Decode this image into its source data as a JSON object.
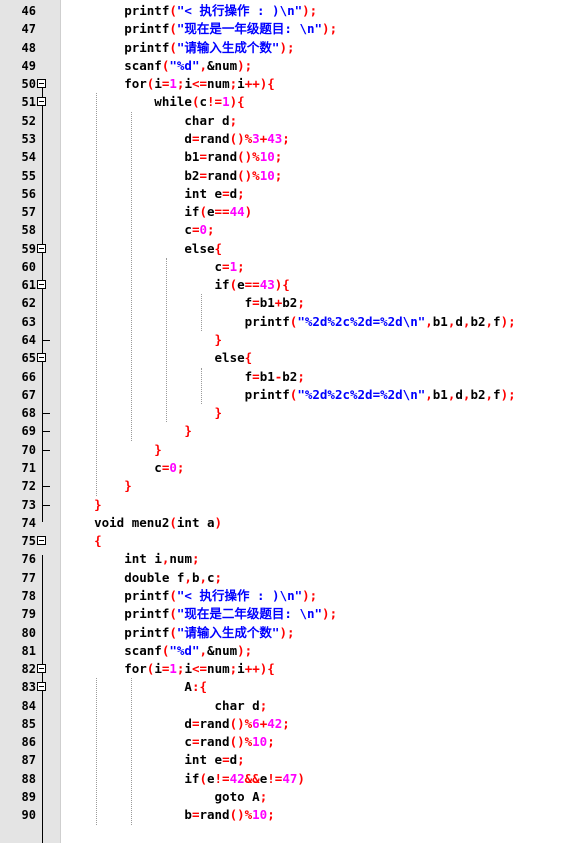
{
  "lines": [
    {
      "n": "46",
      "fold": "",
      "segs": [
        [
          "id",
          "        printf"
        ],
        [
          "pun",
          "("
        ],
        [
          "str",
          "\"< 执行操作 : )\\n\""
        ],
        [
          "pun",
          ");"
        ]
      ]
    },
    {
      "n": "47",
      "fold": "",
      "segs": [
        [
          "id",
          "        printf"
        ],
        [
          "pun",
          "("
        ],
        [
          "str",
          "\"现在是一年级题目: \\n\""
        ],
        [
          "pun",
          ");"
        ]
      ]
    },
    {
      "n": "48",
      "fold": "",
      "segs": [
        [
          "id",
          "        printf"
        ],
        [
          "pun",
          "("
        ],
        [
          "str",
          "\"请输入生成个数\""
        ],
        [
          "pun",
          ");"
        ]
      ]
    },
    {
      "n": "49",
      "fold": "",
      "segs": [
        [
          "id",
          "        scanf"
        ],
        [
          "pun",
          "("
        ],
        [
          "str",
          "\"%d\""
        ],
        [
          "pun",
          ","
        ],
        [
          "id",
          "&num"
        ],
        [
          "pun",
          ");"
        ]
      ]
    },
    {
      "n": "50",
      "fold": "open",
      "segs": [
        [
          "kw",
          "        for"
        ],
        [
          "pun",
          "("
        ],
        [
          "id",
          "i"
        ],
        [
          "pun",
          "="
        ],
        [
          "num",
          "1"
        ],
        [
          "pun",
          ";"
        ],
        [
          "id",
          "i"
        ],
        [
          "pun",
          "<="
        ],
        [
          "id",
          "num"
        ],
        [
          "pun",
          ";"
        ],
        [
          "id",
          "i"
        ],
        [
          "pun",
          "++){"
        ]
      ]
    },
    {
      "n": "51",
      "fold": "open",
      "segs": [
        [
          "kw",
          "            while"
        ],
        [
          "pun",
          "("
        ],
        [
          "id",
          "c"
        ],
        [
          "pun",
          "!="
        ],
        [
          "num",
          "1"
        ],
        [
          "pun",
          "){"
        ]
      ]
    },
    {
      "n": "52",
      "fold": "",
      "segs": [
        [
          "kw",
          "                char"
        ],
        [
          "id",
          " d"
        ],
        [
          "pun",
          ";"
        ]
      ]
    },
    {
      "n": "53",
      "fold": "",
      "segs": [
        [
          "id",
          "                d"
        ],
        [
          "pun",
          "="
        ],
        [
          "id",
          "rand"
        ],
        [
          "pun",
          "()%"
        ],
        [
          "num",
          "3"
        ],
        [
          "pun",
          "+"
        ],
        [
          "num",
          "43"
        ],
        [
          "pun",
          ";"
        ]
      ]
    },
    {
      "n": "54",
      "fold": "",
      "segs": [
        [
          "id",
          "                b1"
        ],
        [
          "pun",
          "="
        ],
        [
          "id",
          "rand"
        ],
        [
          "pun",
          "()%"
        ],
        [
          "num",
          "10"
        ],
        [
          "pun",
          ";"
        ]
      ]
    },
    {
      "n": "55",
      "fold": "",
      "segs": [
        [
          "id",
          "                b2"
        ],
        [
          "pun",
          "="
        ],
        [
          "id",
          "rand"
        ],
        [
          "pun",
          "()%"
        ],
        [
          "num",
          "10"
        ],
        [
          "pun",
          ";"
        ]
      ]
    },
    {
      "n": "56",
      "fold": "",
      "segs": [
        [
          "kw",
          "                int"
        ],
        [
          "id",
          " e"
        ],
        [
          "pun",
          "="
        ],
        [
          "id",
          "d"
        ],
        [
          "pun",
          ";"
        ]
      ]
    },
    {
      "n": "57",
      "fold": "",
      "segs": [
        [
          "kw",
          "                if"
        ],
        [
          "pun",
          "("
        ],
        [
          "id",
          "e"
        ],
        [
          "pun",
          "=="
        ],
        [
          "num",
          "44"
        ],
        [
          "pun",
          ")"
        ]
      ]
    },
    {
      "n": "58",
      "fold": "",
      "segs": [
        [
          "id",
          "                c"
        ],
        [
          "pun",
          "="
        ],
        [
          "num",
          "0"
        ],
        [
          "pun",
          ";"
        ]
      ]
    },
    {
      "n": "59",
      "fold": "open",
      "segs": [
        [
          "kw",
          "                else"
        ],
        [
          "pun",
          "{"
        ]
      ]
    },
    {
      "n": "60",
      "fold": "",
      "segs": [
        [
          "id",
          "                    c"
        ],
        [
          "pun",
          "="
        ],
        [
          "num",
          "1"
        ],
        [
          "pun",
          ";"
        ]
      ]
    },
    {
      "n": "61",
      "fold": "open",
      "segs": [
        [
          "kw",
          "                    if"
        ],
        [
          "pun",
          "("
        ],
        [
          "id",
          "e"
        ],
        [
          "pun",
          "=="
        ],
        [
          "num",
          "43"
        ],
        [
          "pun",
          "){"
        ]
      ]
    },
    {
      "n": "62",
      "fold": "",
      "segs": [
        [
          "id",
          "                        f"
        ],
        [
          "pun",
          "="
        ],
        [
          "id",
          "b1"
        ],
        [
          "pun",
          "+"
        ],
        [
          "id",
          "b2"
        ],
        [
          "pun",
          ";"
        ]
      ]
    },
    {
      "n": "63",
      "fold": "",
      "segs": [
        [
          "id",
          "                        printf"
        ],
        [
          "pun",
          "("
        ],
        [
          "str",
          "\"%2d%2c%2d=%2d\\n\""
        ],
        [
          "pun",
          ","
        ],
        [
          "id",
          "b1"
        ],
        [
          "pun",
          ","
        ],
        [
          "id",
          "d"
        ],
        [
          "pun",
          ","
        ],
        [
          "id",
          "b2"
        ],
        [
          "pun",
          ","
        ],
        [
          "id",
          "f"
        ],
        [
          "pun",
          ");"
        ]
      ]
    },
    {
      "n": "64",
      "fold": "end",
      "segs": [
        [
          "pun",
          "                    }"
        ]
      ]
    },
    {
      "n": "65",
      "fold": "open",
      "segs": [
        [
          "kw",
          "                    else"
        ],
        [
          "pun",
          "{"
        ]
      ]
    },
    {
      "n": "66",
      "fold": "",
      "segs": [
        [
          "id",
          "                        f"
        ],
        [
          "pun",
          "="
        ],
        [
          "id",
          "b1"
        ],
        [
          "pun",
          "-"
        ],
        [
          "id",
          "b2"
        ],
        [
          "pun",
          ";"
        ]
      ]
    },
    {
      "n": "67",
      "fold": "",
      "segs": [
        [
          "id",
          "                        printf"
        ],
        [
          "pun",
          "("
        ],
        [
          "str",
          "\"%2d%2c%2d=%2d\\n\""
        ],
        [
          "pun",
          ","
        ],
        [
          "id",
          "b1"
        ],
        [
          "pun",
          ","
        ],
        [
          "id",
          "d"
        ],
        [
          "pun",
          ","
        ],
        [
          "id",
          "b2"
        ],
        [
          "pun",
          ","
        ],
        [
          "id",
          "f"
        ],
        [
          "pun",
          ");"
        ]
      ]
    },
    {
      "n": "68",
      "fold": "end",
      "segs": [
        [
          "pun",
          "                    }"
        ]
      ]
    },
    {
      "n": "69",
      "fold": "end",
      "segs": [
        [
          "pun",
          "                }"
        ]
      ]
    },
    {
      "n": "70",
      "fold": "end",
      "segs": [
        [
          "pun",
          "            }"
        ]
      ]
    },
    {
      "n": "71",
      "fold": "",
      "segs": [
        [
          "id",
          "            c"
        ],
        [
          "pun",
          "="
        ],
        [
          "num",
          "0"
        ],
        [
          "pun",
          ";"
        ]
      ]
    },
    {
      "n": "72",
      "fold": "end",
      "segs": [
        [
          "pun",
          "        }"
        ]
      ]
    },
    {
      "n": "73",
      "fold": "last",
      "segs": [
        [
          "pun",
          "    }"
        ]
      ]
    },
    {
      "n": "74",
      "fold": "",
      "segs": [
        [
          "kw",
          "    void"
        ],
        [
          "id",
          " menu2"
        ],
        [
          "pun",
          "("
        ],
        [
          "kw",
          "int"
        ],
        [
          "id",
          " a"
        ],
        [
          "pun",
          ")"
        ]
      ]
    },
    {
      "n": "75",
      "fold": "open",
      "segs": [
        [
          "pun",
          "    {"
        ]
      ]
    },
    {
      "n": "76",
      "fold": "",
      "segs": [
        [
          "kw",
          "        int"
        ],
        [
          "id",
          " i"
        ],
        [
          "pun",
          ","
        ],
        [
          "id",
          "num"
        ],
        [
          "pun",
          ";"
        ]
      ]
    },
    {
      "n": "77",
      "fold": "",
      "segs": [
        [
          "kw",
          "        double"
        ],
        [
          "id",
          " f"
        ],
        [
          "pun",
          ","
        ],
        [
          "id",
          "b"
        ],
        [
          "pun",
          ","
        ],
        [
          "id",
          "c"
        ],
        [
          "pun",
          ";"
        ]
      ]
    },
    {
      "n": "78",
      "fold": "",
      "segs": [
        [
          "id",
          "        printf"
        ],
        [
          "pun",
          "("
        ],
        [
          "str",
          "\"< 执行操作 : )\\n\""
        ],
        [
          "pun",
          ");"
        ]
      ]
    },
    {
      "n": "79",
      "fold": "",
      "segs": [
        [
          "id",
          "        printf"
        ],
        [
          "pun",
          "("
        ],
        [
          "str",
          "\"现在是二年级题目: \\n\""
        ],
        [
          "pun",
          ");"
        ]
      ]
    },
    {
      "n": "80",
      "fold": "",
      "segs": [
        [
          "id",
          "        printf"
        ],
        [
          "pun",
          "("
        ],
        [
          "str",
          "\"请输入生成个数\""
        ],
        [
          "pun",
          ");"
        ]
      ]
    },
    {
      "n": "81",
      "fold": "",
      "segs": [
        [
          "id",
          "        scanf"
        ],
        [
          "pun",
          "("
        ],
        [
          "str",
          "\"%d\""
        ],
        [
          "pun",
          ","
        ],
        [
          "id",
          "&num"
        ],
        [
          "pun",
          ");"
        ]
      ]
    },
    {
      "n": "82",
      "fold": "open",
      "segs": [
        [
          "kw",
          "        for"
        ],
        [
          "pun",
          "("
        ],
        [
          "id",
          "i"
        ],
        [
          "pun",
          "="
        ],
        [
          "num",
          "1"
        ],
        [
          "pun",
          ";"
        ],
        [
          "id",
          "i"
        ],
        [
          "pun",
          "<="
        ],
        [
          "id",
          "num"
        ],
        [
          "pun",
          ";"
        ],
        [
          "id",
          "i"
        ],
        [
          "pun",
          "++){"
        ]
      ]
    },
    {
      "n": "83",
      "fold": "open",
      "segs": [
        [
          "id",
          "                A"
        ],
        [
          "pun",
          ":{"
        ]
      ]
    },
    {
      "n": "84",
      "fold": "",
      "segs": [
        [
          "kw",
          "                    char"
        ],
        [
          "id",
          " d"
        ],
        [
          "pun",
          ";"
        ]
      ]
    },
    {
      "n": "85",
      "fold": "",
      "segs": [
        [
          "id",
          "                d"
        ],
        [
          "pun",
          "="
        ],
        [
          "id",
          "rand"
        ],
        [
          "pun",
          "()%"
        ],
        [
          "num",
          "6"
        ],
        [
          "pun",
          "+"
        ],
        [
          "num",
          "42"
        ],
        [
          "pun",
          ";"
        ]
      ]
    },
    {
      "n": "86",
      "fold": "",
      "segs": [
        [
          "id",
          "                c"
        ],
        [
          "pun",
          "="
        ],
        [
          "id",
          "rand"
        ],
        [
          "pun",
          "()%"
        ],
        [
          "num",
          "10"
        ],
        [
          "pun",
          ";"
        ]
      ]
    },
    {
      "n": "87",
      "fold": "",
      "segs": [
        [
          "kw",
          "                int"
        ],
        [
          "id",
          " e"
        ],
        [
          "pun",
          "="
        ],
        [
          "id",
          "d"
        ],
        [
          "pun",
          ";"
        ]
      ]
    },
    {
      "n": "88",
      "fold": "",
      "segs": [
        [
          "kw",
          "                if"
        ],
        [
          "pun",
          "("
        ],
        [
          "id",
          "e"
        ],
        [
          "pun",
          "!="
        ],
        [
          "num",
          "42"
        ],
        [
          "pun",
          "&&"
        ],
        [
          "id",
          "e"
        ],
        [
          "pun",
          "!="
        ],
        [
          "num",
          "47"
        ],
        [
          "pun",
          ")"
        ]
      ]
    },
    {
      "n": "89",
      "fold": "",
      "segs": [
        [
          "kw",
          "                    goto"
        ],
        [
          "id",
          " A"
        ],
        [
          "pun",
          ";"
        ]
      ]
    },
    {
      "n": "90",
      "fold": "",
      "segs": [
        [
          "id",
          "                b"
        ],
        [
          "pun",
          "="
        ],
        [
          "id",
          "rand"
        ],
        [
          "pun",
          "()%"
        ],
        [
          "num",
          "10"
        ],
        [
          "pun",
          ";"
        ]
      ]
    }
  ]
}
